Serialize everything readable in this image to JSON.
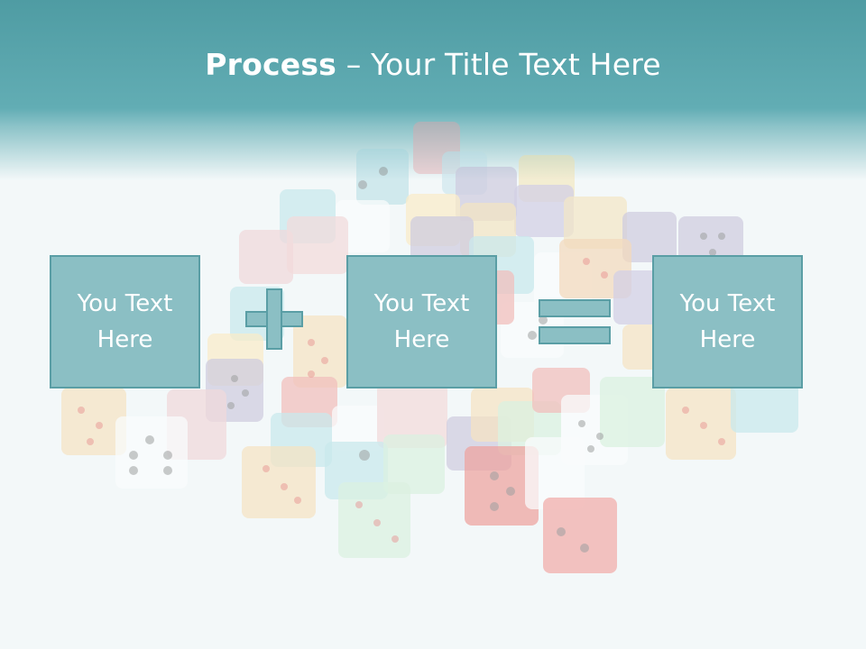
{
  "slide": {
    "title_bold": "Process",
    "title_rest": " – Your Title Text Here",
    "boxes": [
      {
        "text": "You Text\nHere"
      },
      {
        "text": "You Text\nHere"
      },
      {
        "text": "You Text\nHere"
      }
    ],
    "operators": [
      "plus",
      "equals"
    ]
  },
  "colors": {
    "header": "#62adb4",
    "box_fill": "#8bbfc4",
    "box_border": "#5a9ea5",
    "background": "#f3f8f9"
  }
}
